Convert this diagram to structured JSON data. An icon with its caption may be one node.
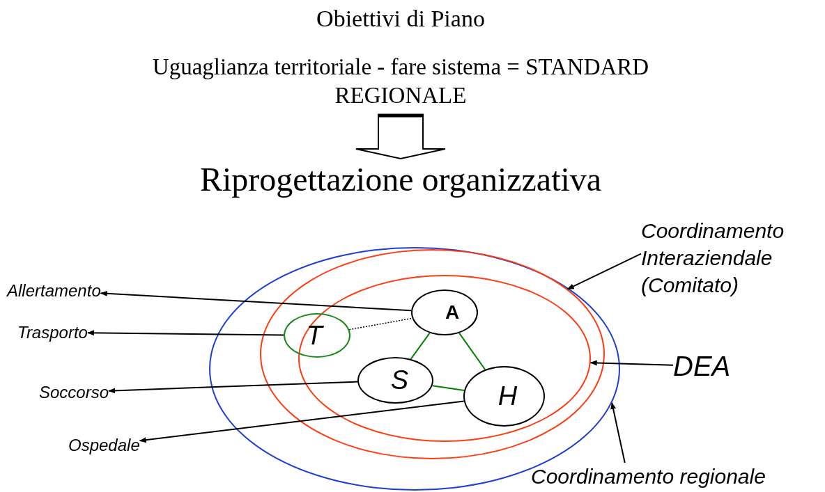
{
  "diagram": {
    "title": "Obiettivi di Piano",
    "nodes": [
      {
        "text": [
          "Uguaglianza territoriale - fare sistema = STANDARD REGIONALE"
        ]
      },
      {
        "text": [
          "Riprogettazione organizzativa"
        ]
      },
      {
        "text": [],
        "shape": "ellipse"
      },
      {
        "text": [],
        "shape": "ellipse",
        "in": 2
      },
      {
        "text": [],
        "shape": "ellipse",
        "in": 3
      },
      {
        "text": [
          "T"
        ],
        "in": 3
      },
      {
        "text": [
          "A"
        ],
        "in": 4
      },
      {
        "text": [
          "S"
        ],
        "in": 4
      },
      {
        "text": [
          "H"
        ],
        "in": 4
      },
      {
        "text": [
          "Allertamento"
        ]
      },
      {
        "text": [
          "Trasporto"
        ]
      },
      {
        "text": [
          "Soccorso"
        ]
      },
      {
        "text": [
          "Ospedale"
        ]
      },
      {
        "text": [
          "Coordinamento Interaziendale (Comitato)"
        ]
      },
      {
        "text": [
          "DEA"
        ]
      },
      {
        "text": [
          "Coordinamento regionale"
        ]
      }
    ],
    "edges": [
      {
        "from": 0,
        "to": 1,
        "arrow": "to",
        "style": "thick"
      },
      {
        "from": 6,
        "to": 9,
        "arrow": "to"
      },
      {
        "from": 5,
        "to": 10,
        "arrow": "to"
      },
      {
        "from": 7,
        "to": 11,
        "arrow": "to"
      },
      {
        "from": 8,
        "to": 12,
        "arrow": "to"
      },
      {
        "from": 5,
        "to": 6,
        "arrow": "none",
        "style": "dashed"
      },
      {
        "from": 6,
        "to": 7,
        "arrow": "none",
        "color": "#008000"
      },
      {
        "from": 6,
        "to": 8,
        "arrow": "none",
        "color": "#008000"
      },
      {
        "from": 7,
        "to": 8,
        "arrow": "none",
        "color": "#008000"
      },
      {
        "from": 13,
        "to": 3,
        "arrow": "to"
      },
      {
        "from": 14,
        "to": 4,
        "arrow": "to"
      },
      {
        "from": 15,
        "to": 2,
        "arrow": "to"
      }
    ]
  }
}
